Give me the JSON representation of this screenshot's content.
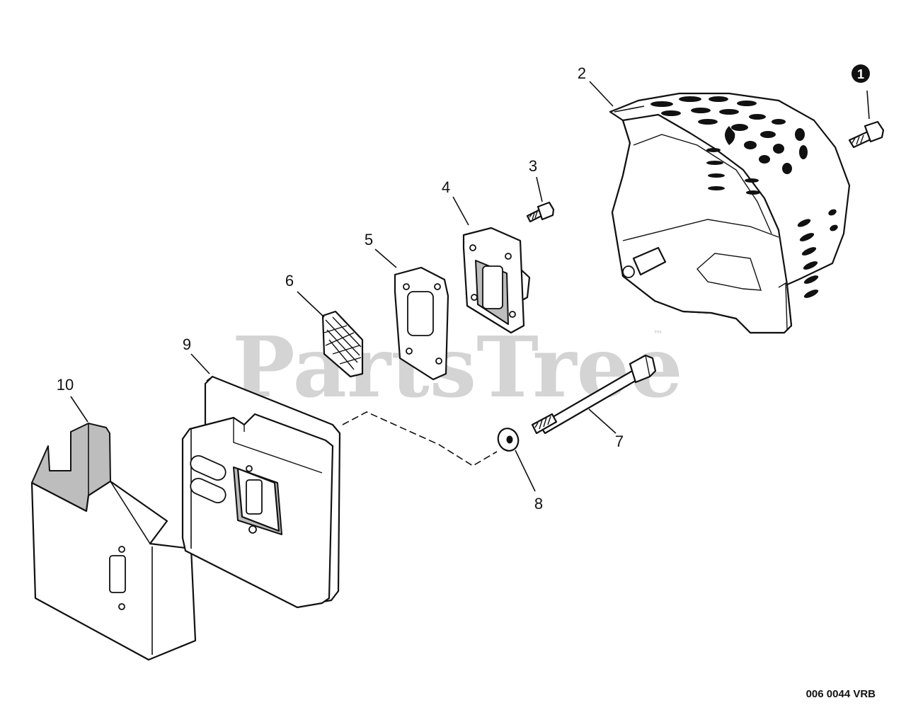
{
  "watermark": {
    "text": "PartsTree",
    "trademark": "™"
  },
  "diagram_code": "006 0044 VRB",
  "callouts": [
    {
      "id": "1",
      "style": "filled-circle"
    },
    {
      "id": "2",
      "style": "plain"
    },
    {
      "id": "3",
      "style": "plain"
    },
    {
      "id": "4",
      "style": "plain"
    },
    {
      "id": "5",
      "style": "plain"
    },
    {
      "id": "6",
      "style": "plain"
    },
    {
      "id": "7",
      "style": "plain"
    },
    {
      "id": "8",
      "style": "plain"
    },
    {
      "id": "9",
      "style": "plain"
    },
    {
      "id": "10",
      "style": "plain"
    }
  ],
  "colors": {
    "ink": "#111111",
    "watermark": "#d4d4d4",
    "shade": "#bdbdbd",
    "background": "#ffffff"
  }
}
